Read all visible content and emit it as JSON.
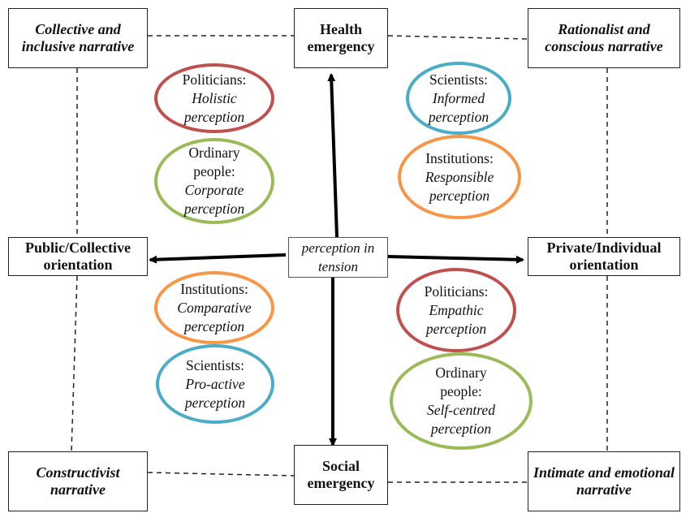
{
  "boxes": {
    "top_left": "Collective and inclusive narrative",
    "top_center": "Health emergency",
    "top_right": "Rationalist and conscious narrative",
    "mid_left": "Public/Collective orientation",
    "center": "perception in tension",
    "mid_right": "Private/Individual orientation",
    "bottom_left": "Constructivist narrative",
    "bottom_center": "Social emergency",
    "bottom_right": "Intimate and emotional narrative"
  },
  "ellipses": {
    "politicians_holistic": {
      "actor": "Politicians:",
      "perception": "Holistic perception",
      "color": "#c0504d"
    },
    "ordinary_corporate": {
      "actor": "Ordinary people:",
      "perception": "Corporate perception",
      "color": "#9bbb59"
    },
    "scientists_informed": {
      "actor": "Scientists:",
      "perception": "Informed perception",
      "color": "#4bacc6"
    },
    "institutions_responsible": {
      "actor": "Institutions:",
      "perception": "Responsible perception",
      "color": "#f79646"
    },
    "institutions_comparative": {
      "actor": "Institutions:",
      "perception": "Comparative perception",
      "color": "#f79646"
    },
    "scientists_proactive": {
      "actor": "Scientists:",
      "perception": "Pro-active perception",
      "color": "#4bacc6"
    },
    "politicians_empathic": {
      "actor": "Politicians:",
      "perception": "Empathic perception",
      "color": "#c0504d"
    },
    "ordinary_selfcentred": {
      "actor": "Ordinary people:",
      "perception": "Self-centred perception",
      "color": "#9bbb59"
    }
  }
}
